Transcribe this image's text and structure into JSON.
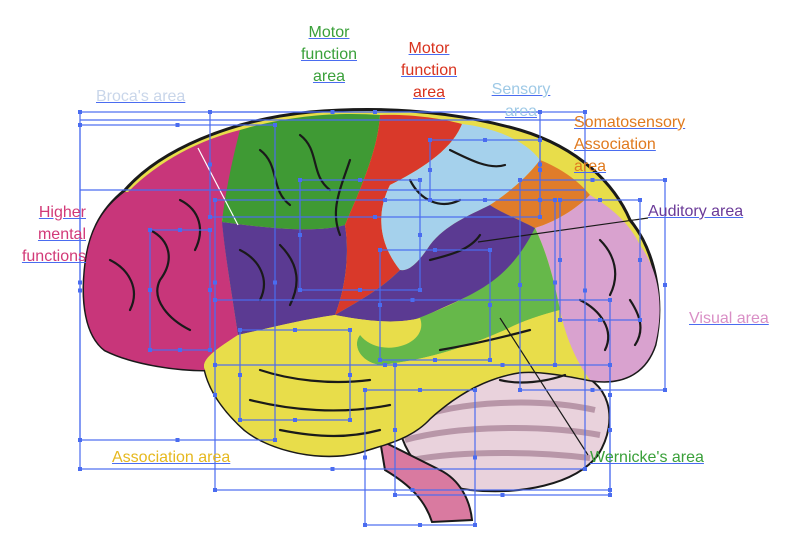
{
  "labels": {
    "broca": {
      "text": "Broca's area",
      "color": "#c9d6ea"
    },
    "motor_green": {
      "lines": [
        "Motor",
        "function",
        "area"
      ],
      "color": "#3aa03a"
    },
    "motor_red": {
      "lines": [
        "Motor",
        "function",
        "area"
      ],
      "color": "#d8321e"
    },
    "sensory": {
      "lines": [
        "Sensory",
        "area"
      ],
      "color": "#9ec9e6"
    },
    "somatosensory": {
      "lines": [
        "Somatosensory",
        "Association",
        "area"
      ],
      "color": "#e07a1e"
    },
    "higher_mental": {
      "lines": [
        "Higher",
        "mental",
        "functions"
      ],
      "color": "#d23a78"
    },
    "auditory": {
      "text": "Auditory area",
      "color": "#6a3a98"
    },
    "visual": {
      "text": "Visual area",
      "color": "#d98fc6"
    },
    "association": {
      "text": "Association area",
      "color": "#e6b81e"
    },
    "wernicke": {
      "text": "Wernicke's area",
      "color": "#3aa03a"
    }
  },
  "colors": {
    "frontal": "#c8367a",
    "motor": "#3f9a34",
    "premotor_purple": "#5b3a92",
    "red_motor": "#d9392a",
    "sensory": "#a5d1ec",
    "orange": "#e07c2a",
    "parietal_pink": "#d9a2cf",
    "temporal": "#e8dd4a",
    "green_band": "#66b84a",
    "cerebellum": "#e9d2dc",
    "brainstem": "#d97aa0",
    "outline": "#1a1a1a",
    "selection": "#4a6cf0"
  }
}
